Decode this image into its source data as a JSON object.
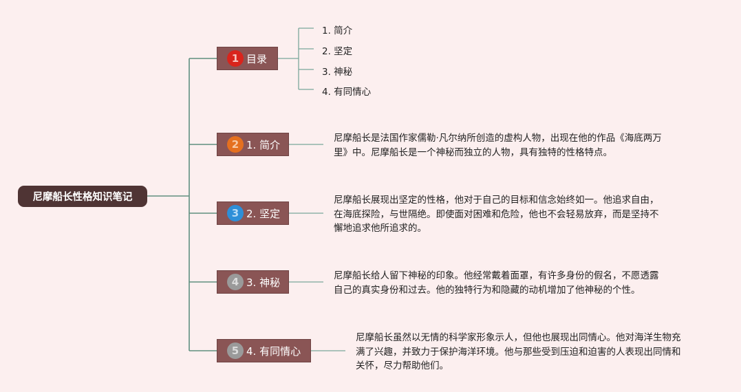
{
  "root": {
    "title": "尼摩船长性格知识笔记"
  },
  "branches": [
    {
      "badge": "1",
      "label": "目录",
      "badge_color": "#d9241c"
    },
    {
      "badge": "2",
      "label": "1. 简介",
      "badge_color": "#e5701f"
    },
    {
      "badge": "3",
      "label": "2. 坚定",
      "badge_color": "#2d8fd8"
    },
    {
      "badge": "4",
      "label": "3. 神秘",
      "badge_color": "#9a9a9a"
    },
    {
      "badge": "5",
      "label": "4. 有同情心",
      "badge_color": "#9a9a9a"
    }
  ],
  "toc": [
    "1. 简介",
    "2. 坚定",
    "3. 神秘",
    "4. 有同情心"
  ],
  "descriptions": [
    [
      "尼摩船长是法国作家儒勒·凡尔纳所创造的虚构人物，出现在他的作品《海底两万",
      "里》中。尼摩船长是一个神秘而独立的人物，具有独特的性格特点。"
    ],
    [
      "尼摩船长展现出坚定的性格，他对于自己的目标和信念始终如一。他追求自由，",
      "在海底探险，与世隔绝。即使面对困难和危险，他也不会轻易放弃，而是坚持不",
      "懈地追求他所追求的。"
    ],
    [
      "尼摩船长给人留下神秘的印象。他经常戴着面罩，有许多身份的假名，不愿透露",
      "自己的真实身份和过去。他的独特行为和隐藏的动机增加了他神秘的个性。"
    ],
    [
      "尼摩船长虽然以无情的科学家形象示人，但他也展现出同情心。他对海洋生物充",
      "满了兴趣，并致力于保护海洋环境。他与那些受到压迫和迫害的人表现出同情和",
      "关怀，尽力帮助他们。"
    ]
  ],
  "colors": {
    "background": "#fcefef",
    "root_fill": "#4f3434",
    "node_fill": "#8a5555",
    "connector": "#5f8f7f",
    "toc_connector": "#7aa69a"
  }
}
